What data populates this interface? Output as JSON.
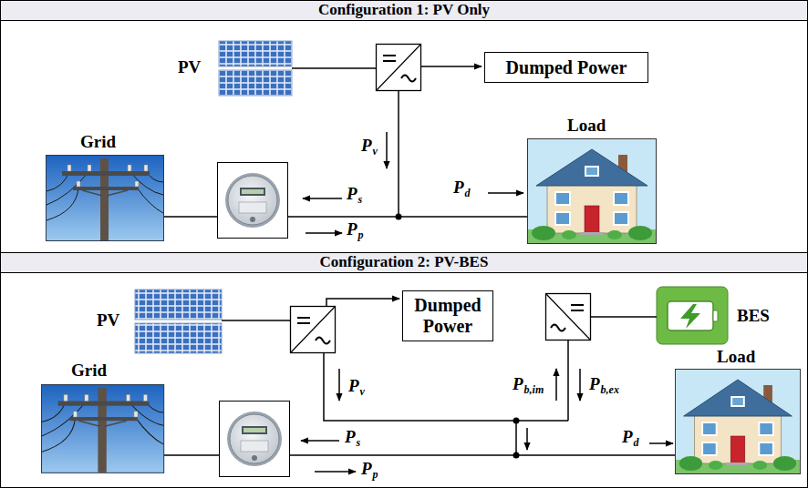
{
  "diagram": {
    "nodes": [
      {
        "text": [
          "Configuration 1: PV Only"
        ]
      },
      {
        "text": [
          "Dumped Power"
        ],
        "in": 0
      },
      {
        "text": [
          "Configuration 2: PV-BES"
        ]
      },
      {
        "text": [
          "Dumped Power"
        ],
        "in": 2
      }
    ],
    "labels": [
      "PV",
      "Grid",
      "Load",
      "P",
      "v",
      "P",
      "s",
      "P",
      "d",
      "P",
      "p",
      "PV",
      "Grid",
      "BES",
      "Load",
      "P",
      "v",
      "P",
      "b,im",
      "P",
      "b,ex",
      "P",
      "s",
      "P",
      "d",
      "P",
      "p"
    ]
  }
}
